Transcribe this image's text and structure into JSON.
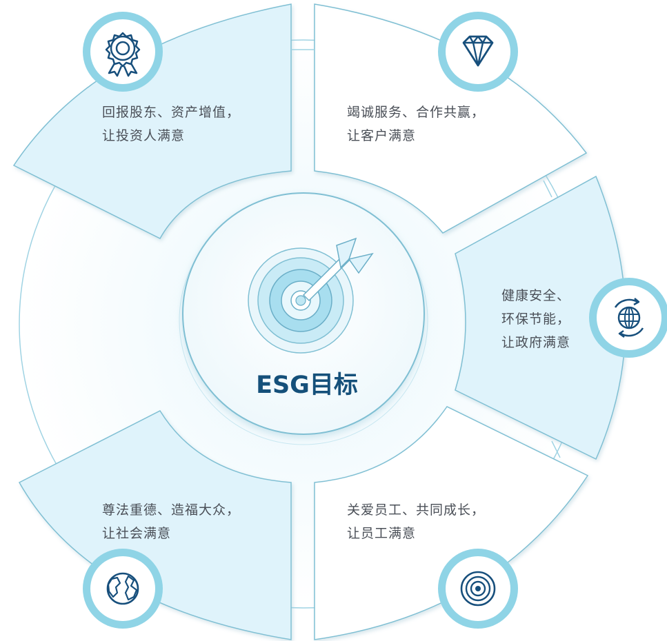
{
  "center": {
    "title": "ESG目标",
    "icon": "target-arrow-icon"
  },
  "segments": [
    {
      "id": "top-left",
      "icon": "award-badge-icon",
      "lines": [
        "回报股东、资产增值，",
        "让投资人满意"
      ]
    },
    {
      "id": "top-right",
      "icon": "diamond-icon",
      "lines": [
        "竭诚服务、合作共赢，",
        "让客户满意"
      ]
    },
    {
      "id": "right",
      "icon": "globe-cycle-icon",
      "lines": [
        "健康安全、",
        "环保节能，",
        "让政府满意"
      ]
    },
    {
      "id": "bottom-left",
      "icon": "earth-icon",
      "lines": [
        "尊法重德、造福大众，",
        "让社会满意"
      ]
    },
    {
      "id": "bottom-right",
      "icon": "concentric-target-icon",
      "lines": [
        "关爱员工、共同成长，",
        "让员工满意"
      ]
    }
  ],
  "colors": {
    "accent_fill": "#e1f4fb",
    "white_fill": "#ffffff",
    "stroke": "#7fbfd3",
    "icon_ring": "#8fd4e6",
    "icon_stroke": "#174f7c",
    "title": "#15507a",
    "text": "#4a4f57"
  }
}
